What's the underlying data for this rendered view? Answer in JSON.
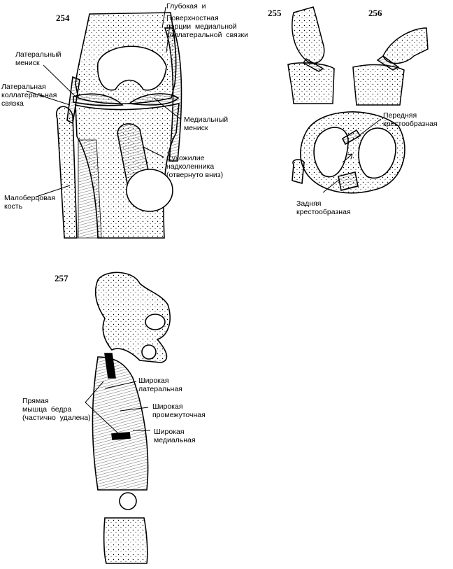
{
  "figures": {
    "f254": "254",
    "f255": "255",
    "f256": "256",
    "f257": "257"
  },
  "labels_254": {
    "deep_and": "Глубокая  и",
    "superficial": "Поверхностная\nпорции  медиальной\nколлатеральной  связки",
    "lateral_meniscus": "Латеральный\nмениск",
    "lateral_collateral": "Латеральная\nколлатеральная\nсвязка",
    "medial_meniscus": "Медиальный\nмениск",
    "patellar_tendon": "Сухожилие\nнадколенника\n(отвернуто вниз)",
    "fibula": "Малоберцовая\nкость"
  },
  "labels_256": {
    "anterior_cruciate": "Передняя\nкрестообразная",
    "posterior_cruciate": "Задняя\nкрестообразная"
  },
  "labels_257": {
    "rectus_femoris": "Прямая\nмышца  бедра\n(частично  удалена)",
    "vastus_lateralis": "Широкая\nлатеральная",
    "vastus_intermedius": "Широкая\nпромежуточная",
    "vastus_medialis": "Широкая\nмедиальная"
  }
}
